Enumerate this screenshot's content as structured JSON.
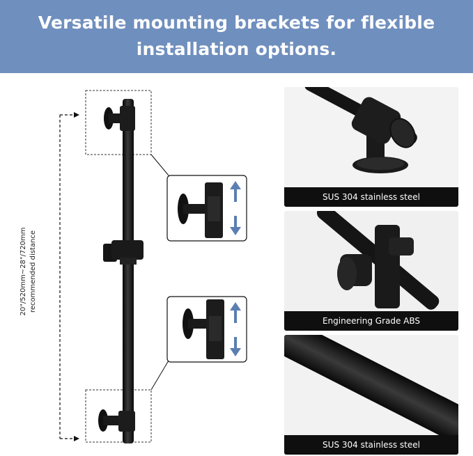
{
  "banner": {
    "line1": "Versatile mounting brackets for flexible",
    "line2": "installation options."
  },
  "dimension": {
    "size_text": "20\"/520mm~28\"/720mm",
    "note_text": "recommended distance"
  },
  "panels": [
    {
      "caption": "SUS 304 stainless steel"
    },
    {
      "caption": "Engineering Grade ABS"
    },
    {
      "caption": "SUS 304 stainless steel"
    }
  ],
  "colors": {
    "banner_bg": "#6f8fbe",
    "arrow_blue": "#5b7fb0",
    "product_black": "#161616",
    "caption_bg": "#0f0f0f"
  },
  "icons": {
    "arrow_up": "arrow-up-icon",
    "arrow_down": "arrow-down-icon"
  }
}
